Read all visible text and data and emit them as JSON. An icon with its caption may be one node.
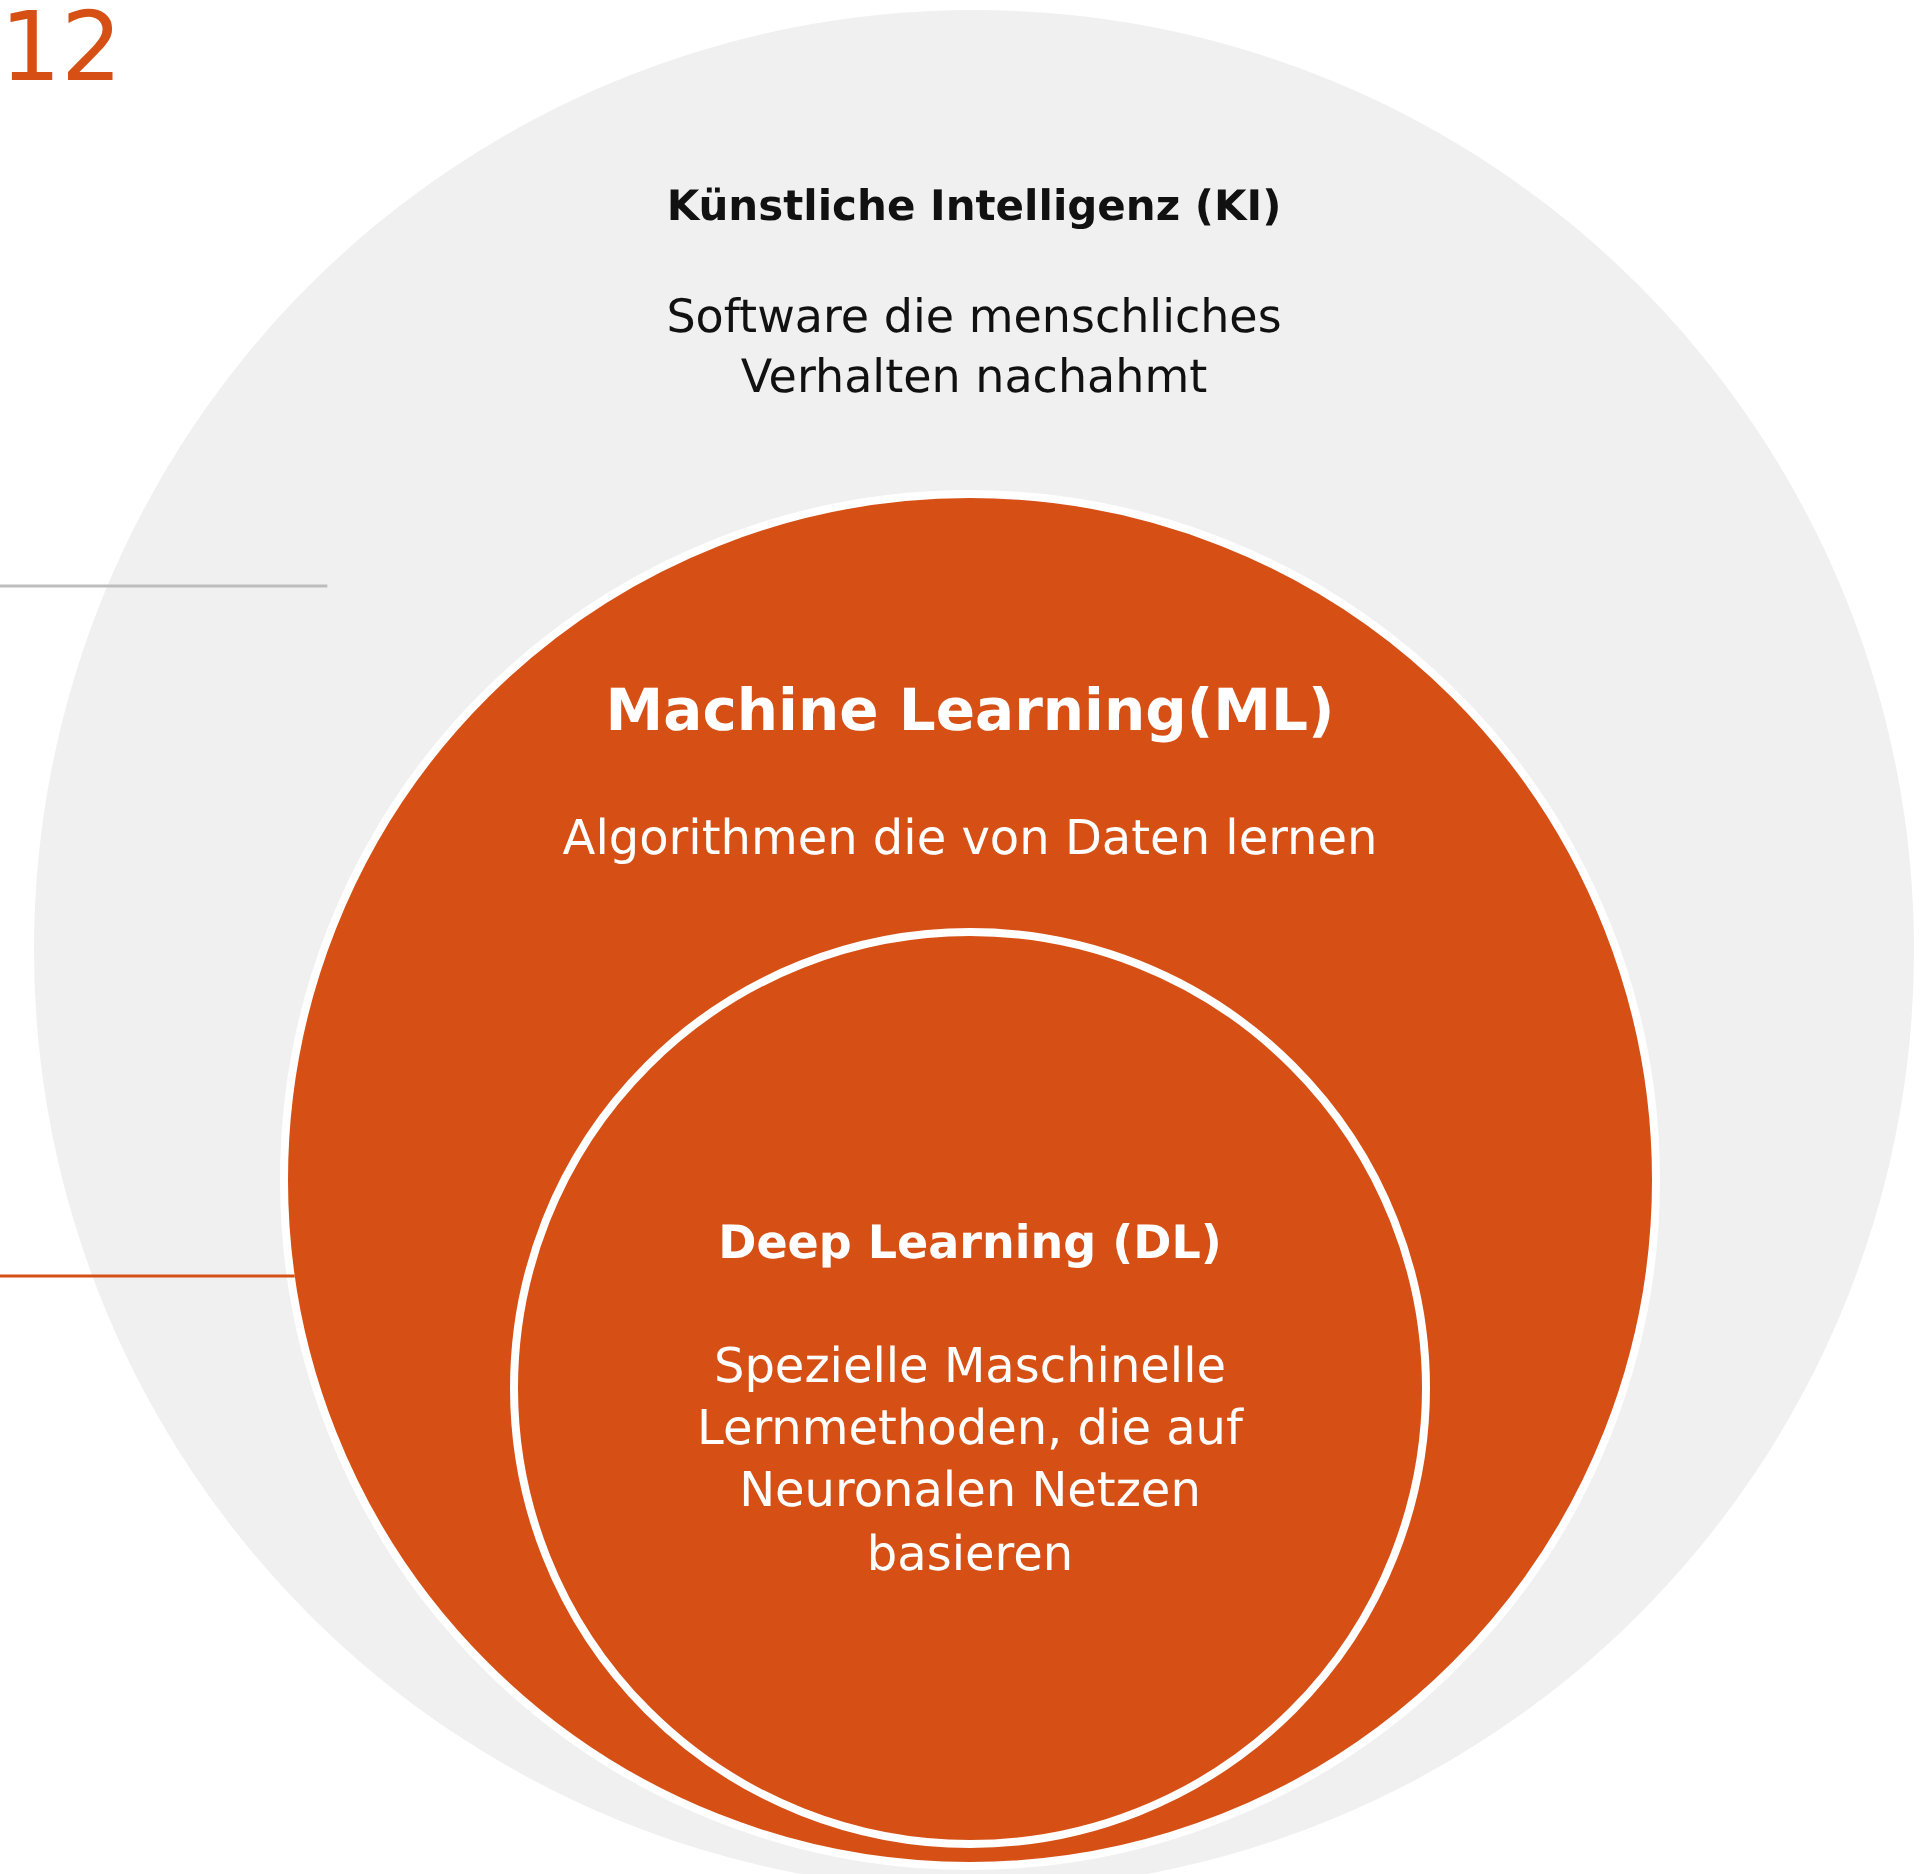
{
  "diagram": {
    "nodes": [
      {
        "text": [
          "Künstliche Intelligenz (KI)",
          "Software die menschliches Verhalten nachahmt"
        ]
      },
      {
        "text": [
          "Machine Learning(ML)",
          "Algorithmen die von Daten lernen"
        ],
        "in": 0
      },
      {
        "text": [
          "Deep Learning (DL)",
          "Spezielle Maschinelle Lernmethoden, die auf Neuronalen Netzen basieren"
        ],
        "in": 1
      }
    ],
    "edges": [
      {
        "from": null,
        "to": 0,
        "arrow": "none",
        "color": "#bdbdbd"
      },
      {
        "from": null,
        "to": 1,
        "arrow": "none",
        "color": "#d65016"
      }
    ],
    "labels": [
      "12"
    ]
  }
}
